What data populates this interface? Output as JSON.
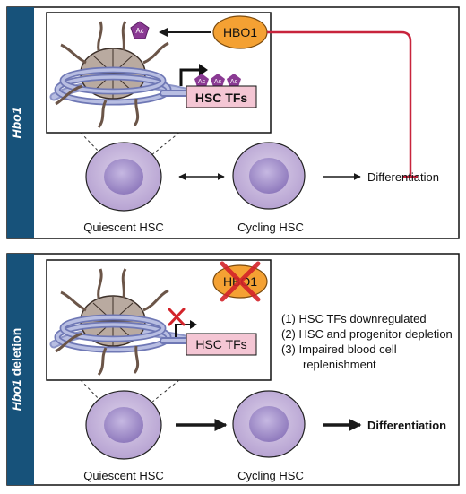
{
  "colors": {
    "sidebar": "#17527a",
    "hbo1_fill": "#f4a133",
    "tf_box_fill": "#f4c6d4",
    "ac_fill": "#8a3a93",
    "inhibit_line": "#c8243c",
    "delete_x": "#d3232a",
    "cell_outer": "#c7b6db",
    "cell_inner": "#9c87c4",
    "dna": "#9fa6d3"
  },
  "top_panel": {
    "sidebar_label": "Hbo1",
    "hbo1_label": "HBO1",
    "ac_label": "Ac",
    "tf_box_label": "HSC TFs",
    "differentiation_label": "Differentiation",
    "quiescent_label": "Quiescent HSC",
    "cycling_label": "Cycling HSC"
  },
  "bottom_panel": {
    "sidebar_label_italic": "Hbo1",
    "sidebar_label_rest": " deletion",
    "hbo1_label": "HBO1",
    "tf_box_label": "HSC TFs",
    "effects": [
      "(1) HSC TFs downregulated",
      "(2) HSC and progenitor depletion",
      "(3) Impaired blood cell",
      "replenishment"
    ],
    "differentiation_label": "Differentiation",
    "quiescent_label": "Quiescent HSC",
    "cycling_label": "Cycling HSC"
  }
}
